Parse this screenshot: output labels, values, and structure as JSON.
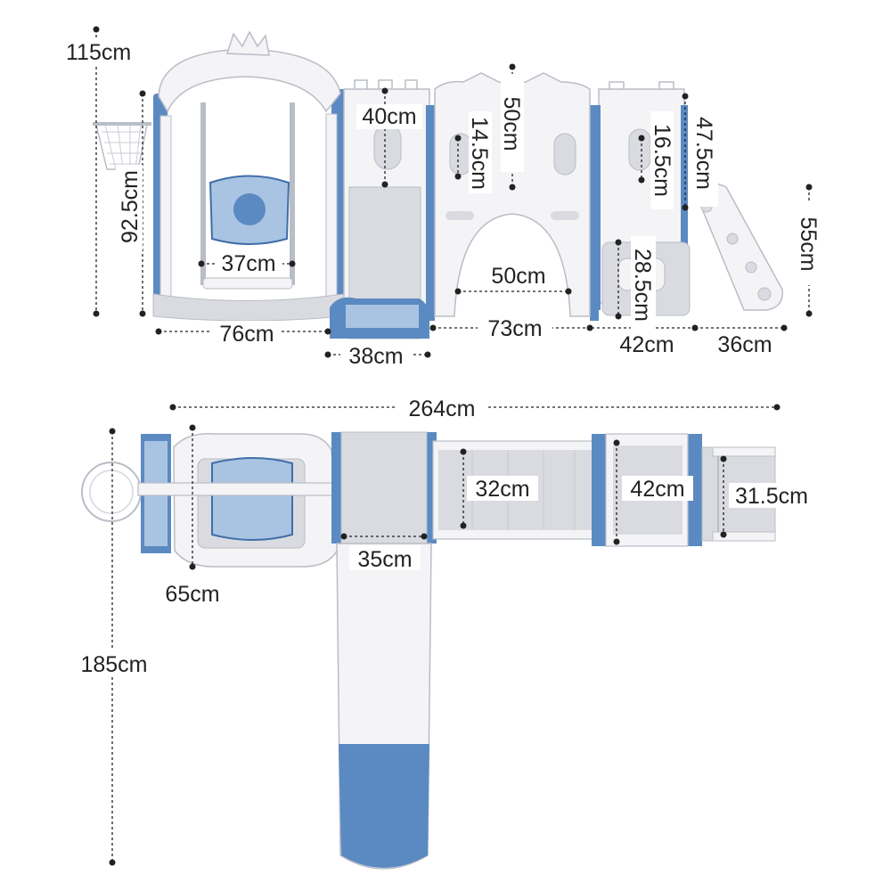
{
  "colors": {
    "blue": "#5b8ac2",
    "blue_dark": "#3f6ea8",
    "blue_light": "#a9c4e2",
    "white_body": "#f4f4f6",
    "grey": "#d9dbe0",
    "outline": "#b9bdc6",
    "dim_line": "#222222"
  },
  "dimensions": {
    "side_view": {
      "total_height": "115cm",
      "swing_height": "92.5cm",
      "seat_width": "37cm",
      "swing_width": "76cm",
      "window_height": "40cm",
      "slide_width": "38cm",
      "door_window": "14.5cm",
      "arch_height": "50cm",
      "arch_width": "50cm",
      "tunnel_width": "73cm",
      "tower_window": "16.5cm",
      "tower_height": "47.5cm",
      "box_height": "28.5cm",
      "box_width": "42cm",
      "ladder_width": "36cm",
      "ladder_height": "55cm"
    },
    "top_view": {
      "overall_length": "264cm",
      "overall_depth": "185cm",
      "swing_depth": "65cm",
      "slide_width": "35cm",
      "bridge_width": "32cm",
      "tower_width": "42cm",
      "ladder_width": "31.5cm"
    }
  }
}
